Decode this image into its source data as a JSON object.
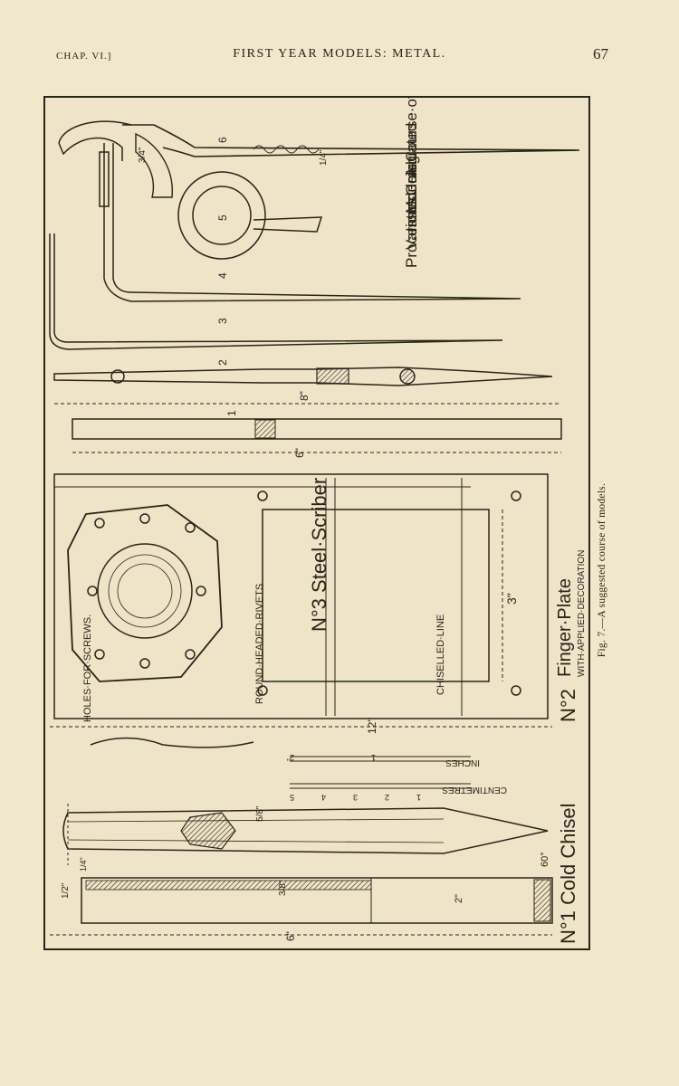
{
  "header": {
    "chapter": "CHAP. VI.]",
    "title": "FIRST YEAR MODELS: METAL.",
    "page_number": "67"
  },
  "figure": {
    "caption": "Fig. 7.—A suggested course of models.",
    "course_title_lines": [
      "A·Course·of",
      "Graduated",
      "Models..",
      "Introducing",
      "Various..",
      "Processes."
    ],
    "model_1_title": "N°1 Cold Chisel",
    "model_2_title": "N°2",
    "model_2_name": "Finger·Plate",
    "model_2_subtitle": "WITH·APPLIED·DECORATION",
    "model_3_title": "N°3 Steel·Scriber",
    "labels": {
      "holes_for_screws": "HOLES·FOR·SCREWS.",
      "round_headed_rivets": "ROUND·HEADED·RIVETS",
      "chiselled_line": "CHISELLED·LINE",
      "inches": "INCHES",
      "centimetres": "CENTIMETRES"
    },
    "numbers": {
      "step_1": "1",
      "step_2": "2",
      "step_3": "3",
      "step_4": "4",
      "step_5": "5",
      "step_6": "6"
    },
    "dimensions": {
      "d_8in": "8\"",
      "d_6in": "6\"",
      "d_6in_b": "6\"",
      "d_3in": "3\"",
      "d_2in": "2\"",
      "d_12in": "12\"",
      "d_half": "1/2\"",
      "d_three_eighths": "3/8\"",
      "d_five_eighths": "5/8\"",
      "d_three_quarter": "3/4\"",
      "d_quarter": "1/4\"",
      "d_quarter_b": "1/4\"",
      "d_60deg": "60°",
      "d_inch_1": "1",
      "d_inch_2": "2\""
    },
    "cm_ticks": [
      "5",
      "4",
      "3",
      "2",
      "1"
    ]
  }
}
